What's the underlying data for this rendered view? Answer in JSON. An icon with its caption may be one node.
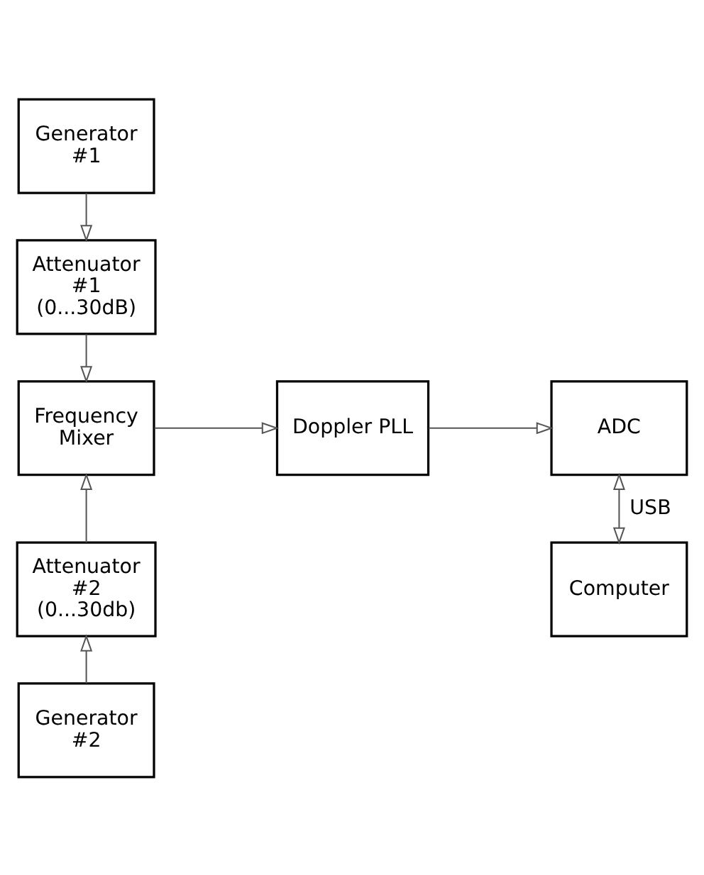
{
  "diagram": {
    "nodes": [
      {
        "text": [
          "Generator #1"
        ]
      },
      {
        "text": [
          "Attenuator #1 (0...30dB)"
        ]
      },
      {
        "text": [
          "Frequency Mixer"
        ]
      },
      {
        "text": [
          "Doppler PLL"
        ]
      },
      {
        "text": [
          "ADC"
        ]
      },
      {
        "text": [
          "Attenuator #2 (0...30db)"
        ]
      },
      {
        "text": [
          "Generator #2"
        ]
      },
      {
        "text": [
          "Computer"
        ]
      }
    ],
    "edges": [
      {
        "from": 0,
        "to": 1,
        "arrow": "to"
      },
      {
        "from": 1,
        "to": 2,
        "arrow": "to"
      },
      {
        "from": 2,
        "to": 3,
        "arrow": "to"
      },
      {
        "from": 3,
        "to": 4,
        "arrow": "to"
      },
      {
        "from": 4,
        "to": 7,
        "arrow": "both",
        "label": "USB"
      },
      {
        "from": 5,
        "to": 2,
        "arrow": "to"
      },
      {
        "from": 6,
        "to": 5,
        "arrow": "to"
      }
    ]
  }
}
